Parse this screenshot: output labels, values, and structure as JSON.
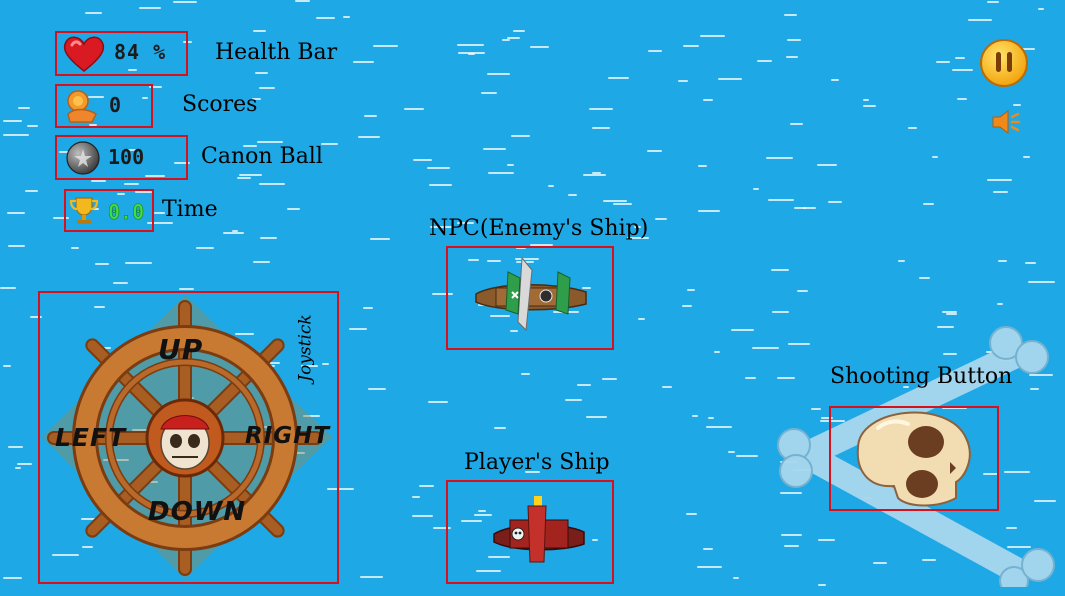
{
  "hud": {
    "health_value": "84 %",
    "health_label": "Health Bar",
    "score_value": "0",
    "score_label": "Scores",
    "cannon_value": "100",
    "cannon_label": "Canon Ball",
    "time_value": "0.0",
    "time_label": "Time"
  },
  "labels": {
    "npc_ship": "NPC(Enemy's Ship)",
    "player_ship": "Player's Ship",
    "shooting_button": "Shooting Button",
    "joystick": "Joystick"
  },
  "joystick": {
    "up": "UP",
    "down": "DOWN",
    "left": "LEFT",
    "right": "RIGHT"
  },
  "icons": {
    "health": "heart-icon",
    "score": "coin-hand-icon",
    "cannon": "cannonball-icon",
    "time": "trophy-icon",
    "pause": "pause-icon",
    "sound": "speaker-icon"
  },
  "colors": {
    "sea": "#1ea8e6",
    "annotation_box": "#d4111c",
    "time_value": "#3ee04a"
  }
}
